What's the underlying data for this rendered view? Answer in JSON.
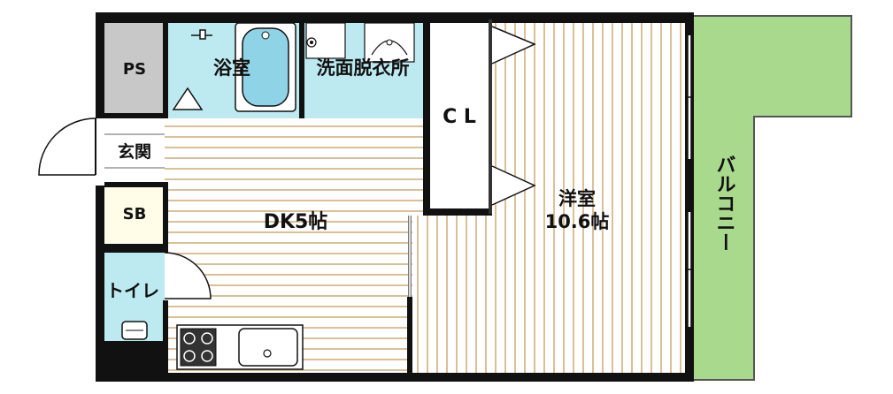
{
  "rooms": {
    "ps": "PS",
    "bath": "浴室",
    "washroom": "洗面脱衣所",
    "closet": "C L",
    "entrance": "玄関",
    "shoe_box": "SB",
    "dining_kitchen": "DK5帖",
    "western_room_name": "洋室",
    "western_room_size": "10.6帖",
    "toilet": "トイレ",
    "balcony": "バルコニー"
  },
  "colors": {
    "wall": "#111111",
    "floor_line": "#c9a56a",
    "floor_base": "#ffffff",
    "wet_area": "#bdeaf1",
    "storage": "#c8c8c8",
    "entrance": "#ffffff",
    "shoe_box": "#fffde8",
    "balcony": "#a9d98c",
    "closet": "#ffffff"
  },
  "icons": [
    "bathtub-icon",
    "sink-icon",
    "washing-machine-pan-icon",
    "toilet-icon",
    "stove-icon",
    "kitchen-sink-icon",
    "door-swing-icon"
  ]
}
